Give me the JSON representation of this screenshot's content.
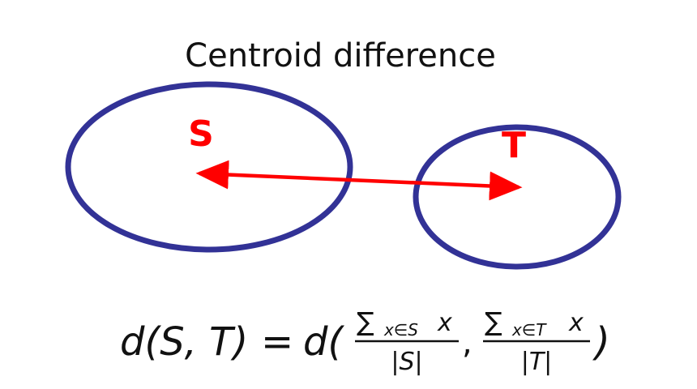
{
  "title": "Centroid difference",
  "sets": {
    "left_label": "S",
    "right_label": "T"
  },
  "colors": {
    "ellipse_stroke": "#323296",
    "label": "#ff0000",
    "arrow": "#ff0000",
    "text": "#111111",
    "background": "#ffffff"
  },
  "formula": {
    "lhs": "d(S, T)",
    "equals": "=",
    "rhs_func": "d(",
    "frac1_sum": "∑",
    "frac1_sub": "x∈S",
    "frac1_var": "x",
    "frac1_den": "|S|",
    "comma": ",",
    "frac2_sum": "∑",
    "frac2_sub": "x∈T",
    "frac2_var": "x",
    "frac2_den": "|T|",
    "close_paren": ")"
  },
  "icons": {
    "arrow": "double-headed-arrow"
  }
}
